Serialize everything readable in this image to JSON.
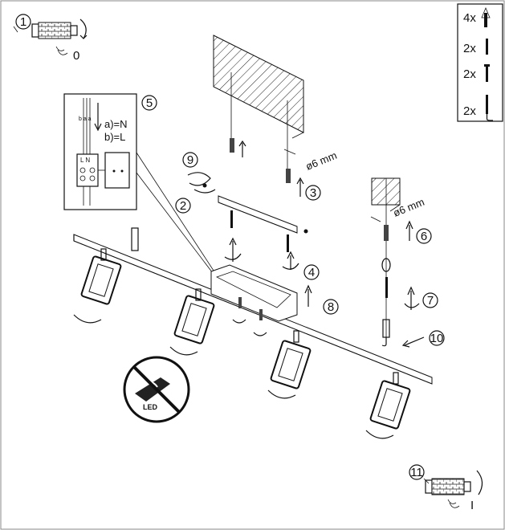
{
  "steps": {
    "s1": "1",
    "s2": "2",
    "s3": "3",
    "s4": "4",
    "s5": "5",
    "s6": "6",
    "s7": "7",
    "s8": "8",
    "s9": "9",
    "s10": "10",
    "s11": "11"
  },
  "switch_off_label": "0",
  "switch_on_label": "I",
  "wiring": {
    "terminal_top_labels": "b a a",
    "legend_a": "a)=N",
    "legend_b": "b)=L",
    "terminal_letters": "L N"
  },
  "drill_sizes": {
    "left": "ø6 mm",
    "right": "ø6 mm"
  },
  "parts_list": [
    {
      "qty": "4x",
      "icon": "wall-plug-icon"
    },
    {
      "qty": "2x",
      "icon": "screw-icon"
    },
    {
      "qty": "2x",
      "icon": "screw-icon"
    },
    {
      "qty": "2x",
      "icon": "hook-screw-icon"
    }
  ],
  "no_led_badge": "LED"
}
